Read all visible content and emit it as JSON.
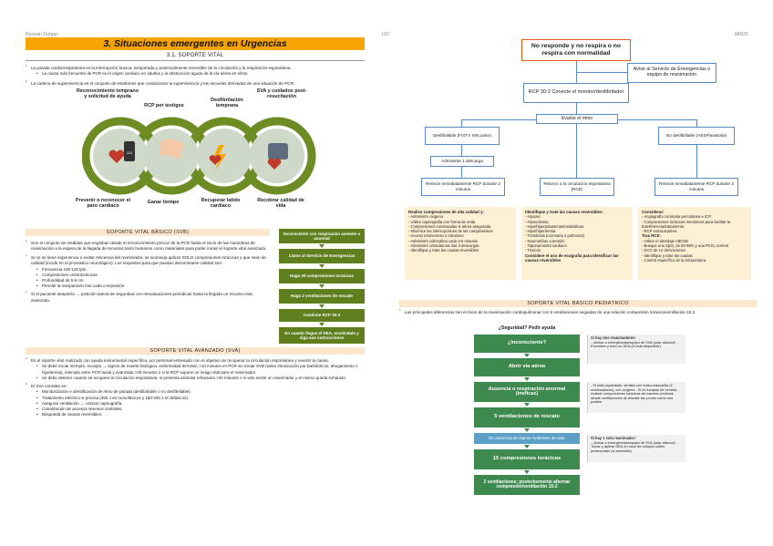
{
  "header": {
    "author": "Raswan Durgan",
    "course": "UCI",
    "page_code": "MIR25"
  },
  "left": {
    "title": "3. Situaciones emergentes en Urgencias",
    "subtitle": "3.1. SOPORTE VITAL",
    "intro_1": "La parada cardiorrespiratoria es la interrupción brusca, inesperada y potencialmente reversible de la circulación y la respiración espontánea.",
    "intro_1_li": "La causa más frecuente de PCR es el origen cardiaco en adultos y la obstrucción aguda de la vía aérea en niños.",
    "intro_2": "La cadena de supervivencia es el conjunto de eslabones que condicionan la supervivencia y las secuelas derivadas de una situación de PCR:",
    "chain": {
      "top_labels": [
        "Reconocimiento temprano y solicitud de ayuda",
        "RCP por testigos",
        "Desfibrilación temprana",
        "SVA y cuidados post-resucitación"
      ],
      "bottom_labels": [
        "Prevenir o reconocer el paro cardiaco",
        "Ganar tiempo",
        "Recuperar latido cardiaco",
        "Recobrar calidad de vida"
      ],
      "phone_text": "112"
    },
    "svb_band": "SOPORTE VITAL BÁSICO (SVB)",
    "svb_p1": "Son el conjunto de medidas que engloban desde el reconocimiento precoz de la PCR hasta el inicio de las maniobras de reanimación a la espera de la llegada de recursos tanto humanos como materiales para poder iniciar el soporte vital avanzado.",
    "svb_p2": "Si no se tiene experiencia o existe reticencia del reanimador, se aconseja aplicar SOLO compresiones torácicas y que sean de calidad (incide en el pronóstico neurológico). Los requisitos para que puedan denominarse calidad son:",
    "svb_list": [
      "Frecuencia 100-120 lpm.",
      "Compresiones centrotorácicas.",
      "Profundidad de 5-6 cm.",
      "Permitir la reexpansión tras cada compresión."
    ],
    "svb_p3": "Si el paciente despierta → posición lateral de seguridad con reevaluaciones periódicas hasta la llegada un recurso más avanzado.",
    "svb_flow": [
      "Inconsciente con respiración ausente o anormal",
      "Llame al Servicio de Emergencias",
      "Haga 30 compresiones torácicas",
      "Haga 2 ventilaciones de rescate",
      "Continúe RCP 30:2",
      "En cuanto llegue el DEA, enciéndalo y siga sus instrucciones"
    ],
    "sva_band": "SOPORTE VITAL AVANZADO (SVA)",
    "sva_p1": "Es el soporte vital realizado con ayuda instrumental específica, por personal entrenado con el objetivo de recuperar la circulación espontánea y revertir la causa.",
    "sva_li1": "Se debe iniciar siempre, excepto → signos de muerte biológica, enfermedad terminal, >10 minutos en PCR sin iniciar SVB (salvo intoxicación por barbitúricos, ahogamiento o hipotermia), intervalo entre PCR basal y avanzada >30 minutos o si la RCP supone un riesgo vital para el reanimador.",
    "sva_li2": "Se debe detener cuando se recupere la circulación espontánea, si presenta asistolia refractaria >20 minutos o si solo existe un reanimador y el mismo queda exhausto.",
    "sva_p2": "El SVA consiste en:",
    "sva_list": [
      "Monitorización e identificación de ritmo de parada (desfibrilable o no desfibrilable).",
      "Tratamiento eléctrico si precisa (360 J en monofásicos y 150-200 J en bifásicos).",
      "Asegurar ventilación → colocar capnografía.",
      "Canalización de accesos venosos centrales.",
      "Búsqueda de causas reversibles."
    ]
  },
  "right": {
    "flow": {
      "start": "No responde y no respira o no respira con normalidad",
      "call": "Avise al Servicio de Emergencias o equipo de reanimación",
      "rcp": "RCP 30:2 Conecte el monitor/desfibrilador",
      "eval": "Evalúe el ritmo",
      "desf": "Desfibrilable (FV/TV SIN pulso)",
      "nodesf": "No desfibrilable (AESP/asistolia)",
      "rce": "Retorno a la circulación espontánea (RCE)",
      "shock": "Administre 1 descarga",
      "reinit_l": "Reinicie inmediatamente RCP durante 2 minutos",
      "reinit_r": "Reinicie inmediatamente RCP durante 2 minutos"
    },
    "box1": {
      "title": "Realice compresiones de alta calidad y:",
      "items": [
        "- Administre oxígeno",
        "- Utilice capnografía con forma de onda",
        "- Compresiones continuadas si aérea asegurada",
        "- Minimice las interrupciones de las compresiones",
        "- Acceso intravenoso o intraóseo",
        "- Administre adrenalina cada 3-5 minutos",
        "- Administre amiodarona tras 3 descargas",
        "- Identifique y trate las causas reversibles"
      ]
    },
    "box2": {
      "title": "Identifique y trate las causas reversibles:",
      "items": [
        "- Hipoxia",
        "- Hipovolemia",
        "- Hipo/hiperpotasemia/metabólicas",
        "- Hipo/hipertermia",
        "- Trombosis (coronaria o pulmonar)",
        "- Neumotórax a tensión",
        "- Taponamiento cardiaco",
        "- Tóxicos"
      ],
      "footer": "Considere el uso de ecografía para identificar las causas reversibles"
    },
    "box3": {
      "title": "Considerar:",
      "items": [
        "- Angiografía coronaria percutánea e ICP",
        "- Compresiones torácicas mecánicas para facilitar la transferencia/tratamiento",
        "- RCP extracorpórea"
      ],
      "title2": "Tras RCE:",
      "items2": [
        "- Utilice el abordaje ABCDE",
        "- Busque una SpO₂ de 94-98% y una PCO₂ normal",
        "- ECG de 12 derivaciones",
        "- Identifique y trate las causas",
        "- Control específico de la temperatura"
      ]
    },
    "ped_band": "SOPORTE VITAL BÁSICO PEDIÁTRICO",
    "ped_p": "Las principales diferencias son el inicio de la reanimación cardiopulmonar con 5 ventilaciones seguidas de una relación compresión torácica/ventilación 15:2.",
    "ped_flow": {
      "top": "¿Seguridad? Pedir ayuda",
      "steps": [
        "¿Inconsciente?",
        "Abrir vía aérea",
        "Ausencia o respiración anormal (ineficaz)",
        "5 ventilaciones de rescate",
        "En ausencia de signos evidentes de vida",
        "15 compresiones torácicas",
        "2 ventilaciones; posteriormente alternar compresión/ventilación 15:2"
      ]
    },
    "ped_side1": {
      "title": "Si hay dos reanimadores:",
      "text": "- ¡Avisar a emergencias/equipo de SVA (usar altavoz)! - Encontrar y traer un DEA (si está disponible)"
    },
    "ped_side2": {
      "text": "- Si está capacitado: ventilar con bolsa-mascarilla (2 reanimadores), con oxígeno - Si es incapaz de ventilar: realizar compresiones torácicas de manera continua; añadir ventilaciones de rescate tan pronto como sea posible"
    },
    "ped_side3": {
      "title": "Si hay 1 solo reanimador:",
      "text": "- ¡Avisar a emergencias/equipo de SVA (usar altavoz)! - Tomar y aplicar DEA en caso de colapso súbito presenciado (si accesible)"
    }
  }
}
